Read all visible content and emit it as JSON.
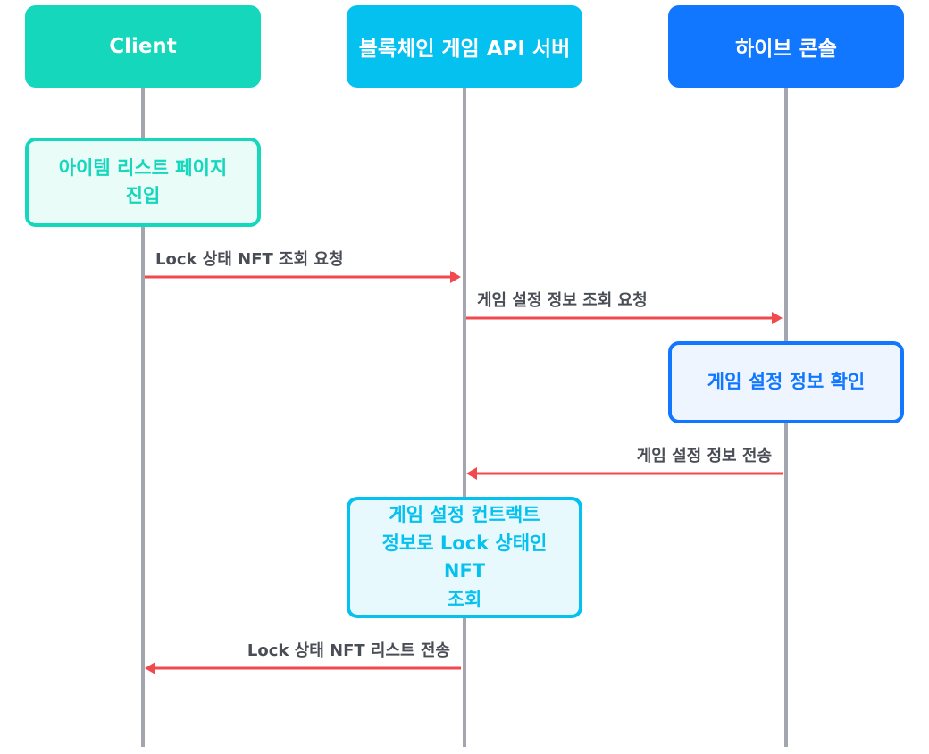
{
  "participants": {
    "client": {
      "label": "Client",
      "color": "#14d7bb"
    },
    "server": {
      "label": "블록체인 게임 API 서버",
      "color": "#05c1ef"
    },
    "console": {
      "label": "하이브 콘솔",
      "color": "#1177ff"
    }
  },
  "notes": {
    "item_list": "아이템 리스트 페이지\n진입",
    "check_settings": "게임 설정 정보 확인",
    "query_contract": "게임 설정 컨트랙트\n정보로 Lock 상태인 NFT\n조회"
  },
  "messages": {
    "m1": "Lock 상태 NFT 조회 요청",
    "m2": "게임 설정 정보 조회 요청",
    "m3": "게임 설정 정보 전송",
    "m4": "Lock 상태 NFT 리스트 전송"
  },
  "colors": {
    "arrow": "#f04a4f",
    "lifeline": "#a3a6ae",
    "text": "#4a4d55"
  }
}
